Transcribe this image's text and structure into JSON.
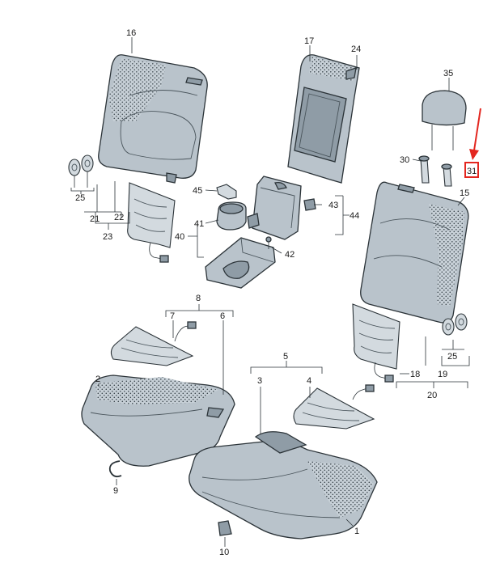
{
  "callouts": [
    {
      "id": "c1",
      "text": "1"
    },
    {
      "id": "c2",
      "text": "2"
    },
    {
      "id": "c3",
      "text": "3"
    },
    {
      "id": "c4",
      "text": "4"
    },
    {
      "id": "c5",
      "text": "5"
    },
    {
      "id": "c6",
      "text": "6"
    },
    {
      "id": "c7",
      "text": "7"
    },
    {
      "id": "c8",
      "text": "8"
    },
    {
      "id": "c9",
      "text": "9"
    },
    {
      "id": "c10",
      "text": "10"
    },
    {
      "id": "c15",
      "text": "15"
    },
    {
      "id": "c16",
      "text": "16"
    },
    {
      "id": "c17",
      "text": "17"
    },
    {
      "id": "c18",
      "text": "18"
    },
    {
      "id": "c19",
      "text": "19"
    },
    {
      "id": "c20",
      "text": "20"
    },
    {
      "id": "c21",
      "text": "21"
    },
    {
      "id": "c22",
      "text": "22"
    },
    {
      "id": "c23",
      "text": "23"
    },
    {
      "id": "c24",
      "text": "24"
    },
    {
      "id": "c25a",
      "text": "25"
    },
    {
      "id": "c25b",
      "text": "25"
    },
    {
      "id": "c30",
      "text": "30"
    },
    {
      "id": "c31",
      "text": "31"
    },
    {
      "id": "c35",
      "text": "35"
    },
    {
      "id": "c40",
      "text": "40"
    },
    {
      "id": "c41",
      "text": "41"
    },
    {
      "id": "c42",
      "text": "42"
    },
    {
      "id": "c43",
      "text": "43"
    },
    {
      "id": "c44",
      "text": "44"
    },
    {
      "id": "c45",
      "text": "45"
    }
  ],
  "highlight": {
    "part": "31",
    "color": "#e3261f"
  }
}
